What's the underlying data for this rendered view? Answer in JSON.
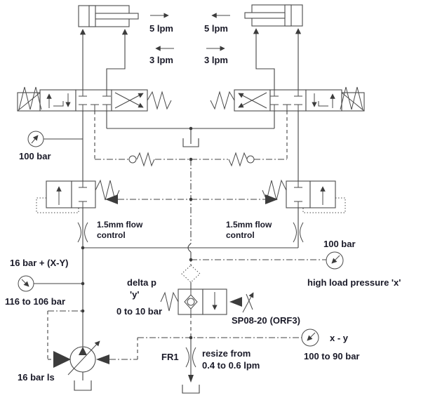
{
  "colors": {
    "line": "#434343",
    "text": "#191927",
    "background": "#ffffff"
  },
  "flow": {
    "left": {
      "extend": "5 lpm",
      "retract": "3 lpm"
    },
    "right": {
      "extend": "5 lpm",
      "retract": "3 lpm"
    }
  },
  "gauges": {
    "supply": {
      "value": "100 bar"
    },
    "ls": {
      "title": "16 bar + (X-Y)",
      "range": "116 to 106 bar"
    },
    "high_load": {
      "value": "100 bar",
      "caption": "high load pressure 'x'"
    },
    "xy": {
      "title": "x - y",
      "range": "100 to 90 bar"
    }
  },
  "flow_controls": {
    "left": {
      "line1": "1.5mm flow",
      "line2": "control"
    },
    "right": {
      "line1": "1.5mm flow",
      "line2": "control"
    }
  },
  "delta_p": {
    "name": "delta p",
    "symbol": "'y'",
    "range": "0 to 10 bar"
  },
  "sp_valve": {
    "model": "SP08-20",
    "suffix": "(ORF3)"
  },
  "fr1": {
    "label": "FR1",
    "note1": "resize from",
    "note2": "0.4 to 0.6 lpm"
  },
  "pump": {
    "label": "16 bar ls"
  }
}
